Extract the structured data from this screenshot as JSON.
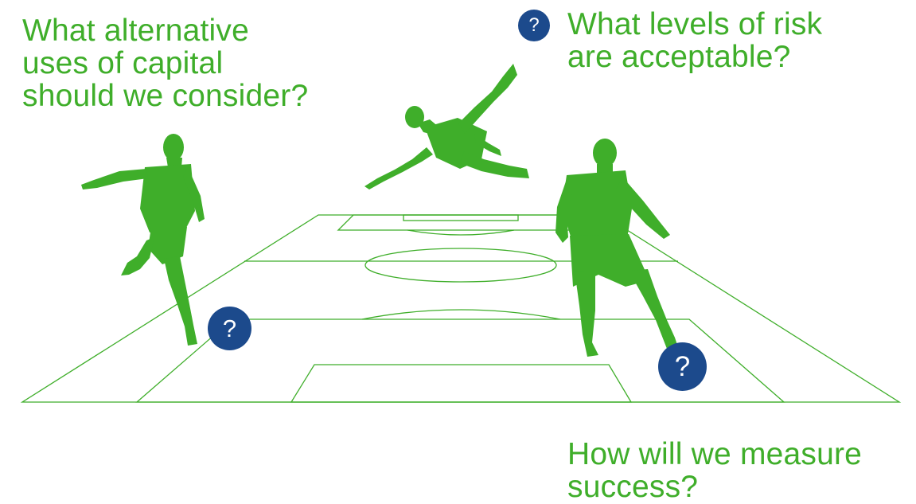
{
  "colors": {
    "accent_green": "#3fae2a",
    "badge_blue": "#1c4a8c",
    "badge_text": "#ffffff"
  },
  "questions": {
    "capital": [
      "What alternative",
      "uses of capital",
      "should we consider?"
    ],
    "risk": [
      "What levels of risk",
      "are acceptable?"
    ],
    "success": [
      "How will we measure",
      "success?"
    ]
  },
  "badges": {
    "top": "?",
    "left": "?",
    "right": "?"
  },
  "icons": {
    "badge": "question-mark-icon",
    "player": "football-player-silhouette",
    "pitch": "football-pitch-outline"
  }
}
